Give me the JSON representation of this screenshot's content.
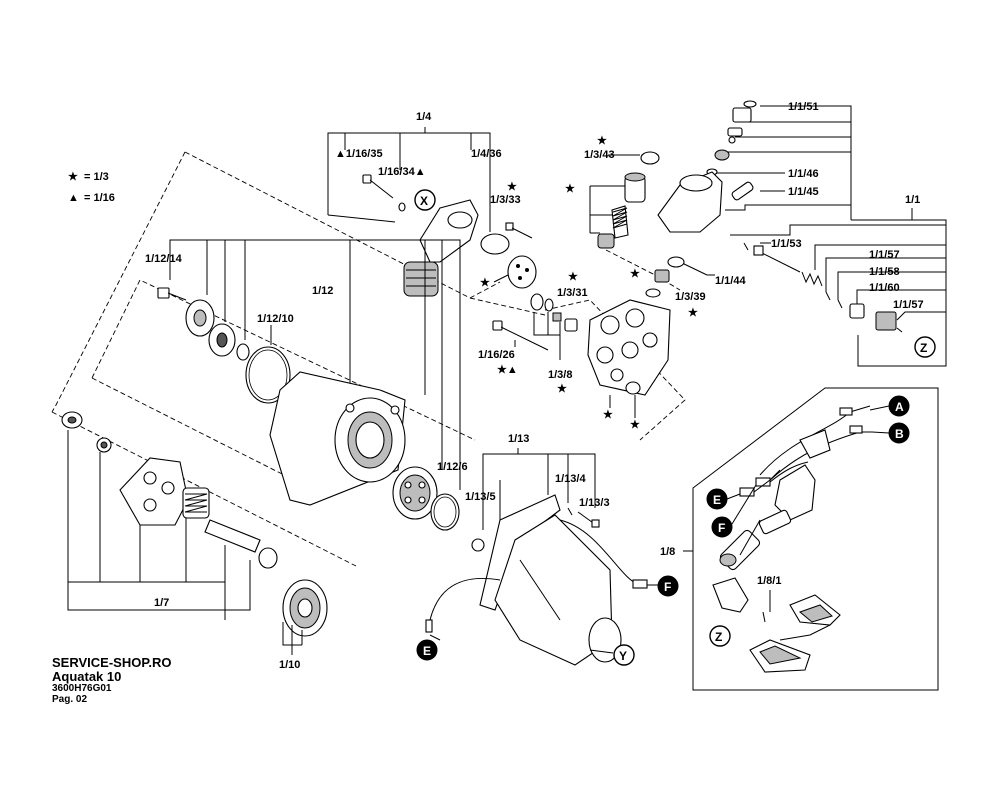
{
  "legend": [
    {
      "symbol": "★",
      "text": "= 1/3"
    },
    {
      "symbol": "▲",
      "text": "= 1/16"
    }
  ],
  "labels": {
    "l1_4": "1/4",
    "l1_16_35": "1/16/35",
    "l1_16_34": "1/16/34",
    "l1_4_36": "1/4/36",
    "l1_3_33": "1/3/33",
    "l1_3_43": "1/3/43",
    "l1_1_51": "1/1/51",
    "l1_1_46": "1/1/46",
    "l1_1_45": "1/1/45",
    "l1_1": "1/1",
    "l1_1_53": "1/1/53",
    "l1_1_44": "1/1/44",
    "l1_1_57a": "1/1/57",
    "l1_1_58": "1/1/58",
    "l1_1_60": "1/1/60",
    "l1_1_57b": "1/1/57",
    "l1_3_31": "1/3/31",
    "l1_3_39": "1/3/39",
    "l1_12_14": "1/12/14",
    "l1_12": "1/12",
    "l1_12_10": "1/12/10",
    "l1_16_26": "1/16/26",
    "l1_3_8": "1/3/8",
    "l1_13": "1/13",
    "l1_13_4": "1/13/4",
    "l1_13_5": "1/13/5",
    "l1_13_3": "1/13/3",
    "l1_12_6": "1/12/6",
    "l1_8": "1/8",
    "l1_8_1": "1/8/1",
    "l1_7": "1/7",
    "l1_10": "1/10"
  },
  "callouts": {
    "x": "X",
    "z1": "Z",
    "z2": "Z",
    "y": "Y",
    "a": "A",
    "b": "B",
    "e1": "E",
    "e2": "E",
    "f1": "F",
    "f2": "F"
  },
  "footer": {
    "line1": "SERVICE-SHOP.RO",
    "line2": "Aquatak 10",
    "line3": "3600H76G01",
    "line4": "Pag. 02"
  }
}
